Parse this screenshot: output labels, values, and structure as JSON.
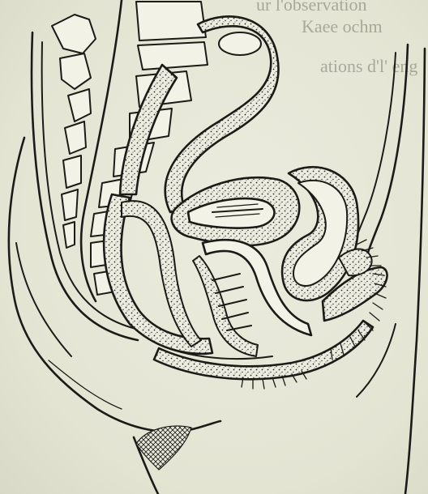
{
  "page": {
    "background_color": "#e6e6d6",
    "ink_color": "#1b1b17"
  },
  "bleed_through_text": [
    {
      "text": "ur l'observation"
    },
    {
      "text": "Kaee ochm"
    },
    {
      "text": "ations d'l' eng"
    }
  ]
}
